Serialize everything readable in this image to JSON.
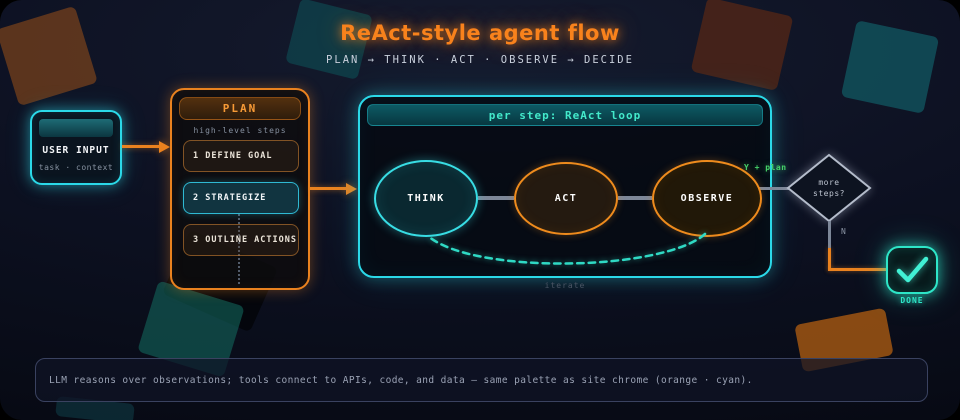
{
  "header": {
    "title": "ReAct-style agent flow",
    "subtitle": "PLAN → THINK · ACT · OBSERVE → DECIDE"
  },
  "colors": {
    "orange_accent": "#f8821c",
    "cyan_accent": "#2bd9e8",
    "teal_bright": "#2ee6c8",
    "green_yes": "#46d369",
    "connector_gray": "#7d8798",
    "background": "#0d1122"
  },
  "user_input": {
    "title": "USER INPUT",
    "subtitle": "task · context"
  },
  "plan": {
    "title": "PLAN",
    "subtitle": "high-level steps",
    "steps": [
      {
        "label": "1 DEFINE GOAL",
        "state": "default"
      },
      {
        "label": "2 STRATEGIZE",
        "state": "active"
      },
      {
        "label": "3 OUTLINE ACTIONS",
        "state": "default"
      }
    ]
  },
  "react_loop": {
    "title": "per step: ReAct loop",
    "nodes": [
      {
        "label": "THINK",
        "accent": "cyan"
      },
      {
        "label": "ACT",
        "accent": "orange"
      },
      {
        "label": "OBSERVE",
        "accent": "orange"
      }
    ],
    "iterate_label": "iterate"
  },
  "decision": {
    "line1": "more",
    "line2": "steps?",
    "yes_label": "Y + plan",
    "no_label": "N"
  },
  "done": {
    "label": "DONE"
  },
  "footer": {
    "note": "LLM reasons over observations; tools connect to APIs, code, and data — same palette as site chrome (orange · cyan)."
  }
}
